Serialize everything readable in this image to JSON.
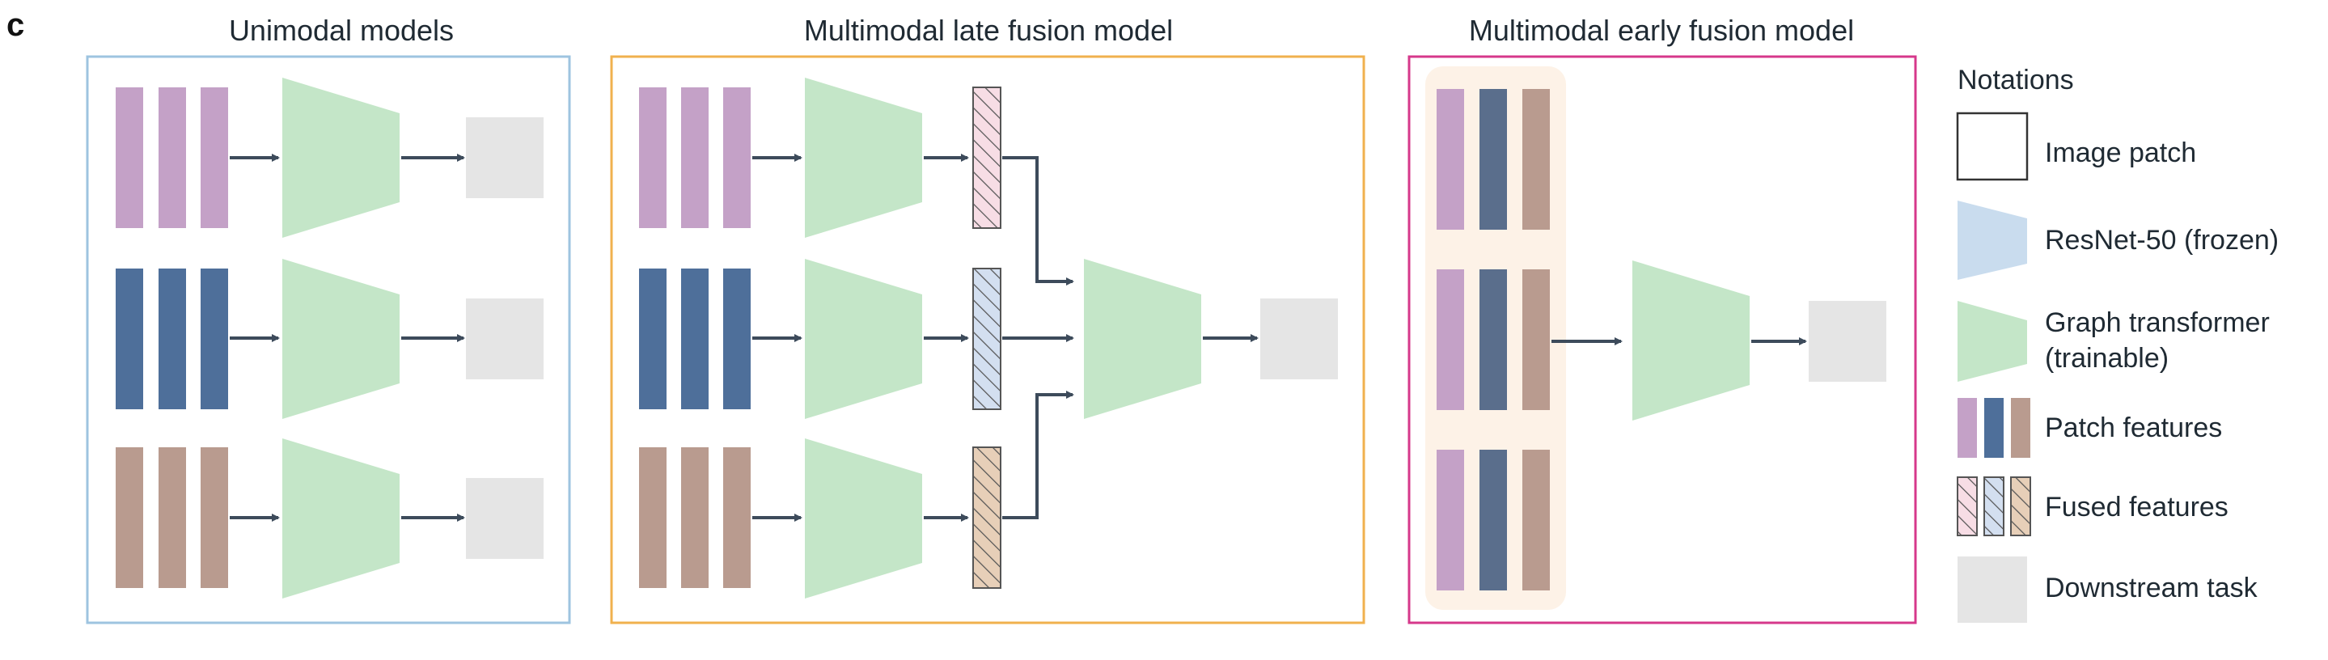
{
  "panel_letter": "c",
  "panels": {
    "unimodal": {
      "title": "Unimodal models"
    },
    "late": {
      "title": "Multimodal late fusion model"
    },
    "early": {
      "title": "Multimodal early fusion model"
    }
  },
  "notations": {
    "title": "Notations",
    "items": [
      {
        "label": "Image patch"
      },
      {
        "label": "ResNet-50 (frozen)"
      },
      {
        "label_line1": "Graph transformer",
        "label_line2": "(trainable)"
      },
      {
        "label": "Patch features"
      },
      {
        "label": "Fused features"
      },
      {
        "label": "Downstream task"
      }
    ]
  },
  "colors": {
    "purple": "#c4a1c7",
    "blue": "#4e6f9a",
    "brown": "#b99b8f",
    "green": "#c4e6c8",
    "frozen_blue": "#c9dcee",
    "gray": "#e5e5e5",
    "arrow": "#3d4b5b",
    "frame_unimodal": "#9ec4e0",
    "frame_late": "#f0b14e",
    "frame_early": "#d6388b",
    "early_bg": "#fdf2e7",
    "hatch_pink": "#f7dde5",
    "hatch_blue": "#d3dff0",
    "hatch_tan": "#e7cfb8"
  }
}
